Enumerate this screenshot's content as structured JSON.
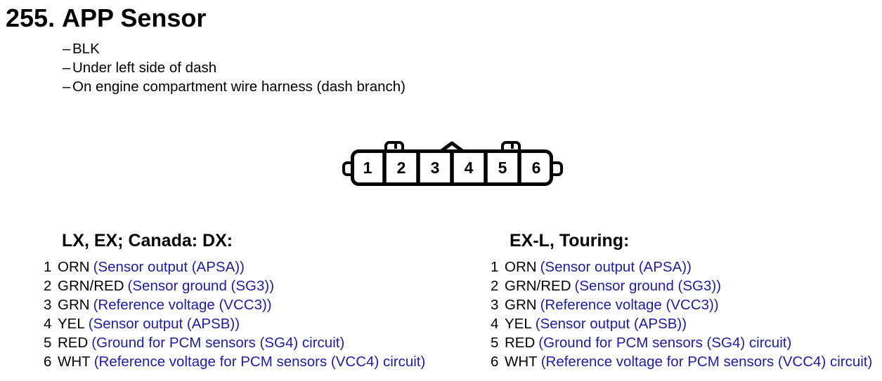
{
  "section": {
    "number": "255.",
    "title": "APP Sensor",
    "note_marker": "–",
    "notes": [
      "BLK",
      "Under left side of dash",
      "On engine compartment wire harness (dash branch)"
    ]
  },
  "connector": {
    "description": "6-cavity connector, front view",
    "pins": [
      "1",
      "2",
      "3",
      "4",
      "5",
      "6"
    ]
  },
  "pinouts": [
    {
      "heading": "LX, EX; Canada: DX:",
      "rows": [
        {
          "pin": "1",
          "wire": "ORN",
          "desc": "(Sensor output (APSA))"
        },
        {
          "pin": "2",
          "wire": "GRN/RED",
          "desc": "(Sensor ground (SG3))"
        },
        {
          "pin": "3",
          "wire": "GRN",
          "desc": "(Reference voltage (VCC3))"
        },
        {
          "pin": "4",
          "wire": "YEL",
          "desc": "(Sensor output (APSB))"
        },
        {
          "pin": "5",
          "wire": "RED",
          "desc": "(Ground for PCM sensors (SG4) circuit)"
        },
        {
          "pin": "6",
          "wire": "WHT",
          "desc": "(Reference voltage for PCM sensors (VCC4) circuit)"
        }
      ]
    },
    {
      "heading": "EX-L, Touring:",
      "rows": [
        {
          "pin": "1",
          "wire": "ORN",
          "desc": "(Sensor output (APSA))"
        },
        {
          "pin": "2",
          "wire": "GRN/RED",
          "desc": "(Sensor ground (SG3))"
        },
        {
          "pin": "3",
          "wire": "GRN",
          "desc": "(Reference voltage (VCC3))"
        },
        {
          "pin": "4",
          "wire": "YEL",
          "desc": "(Sensor output (APSB))"
        },
        {
          "pin": "5",
          "wire": "RED",
          "desc": "(Ground for PCM sensors (SG4) circuit)"
        },
        {
          "pin": "6",
          "wire": "WHT",
          "desc": "(Reference voltage for PCM sensors (VCC4) circuit)"
        }
      ]
    }
  ],
  "colors": {
    "text": "#000000",
    "signal_blue": "#1f1ba8",
    "background": "#ffffff"
  }
}
